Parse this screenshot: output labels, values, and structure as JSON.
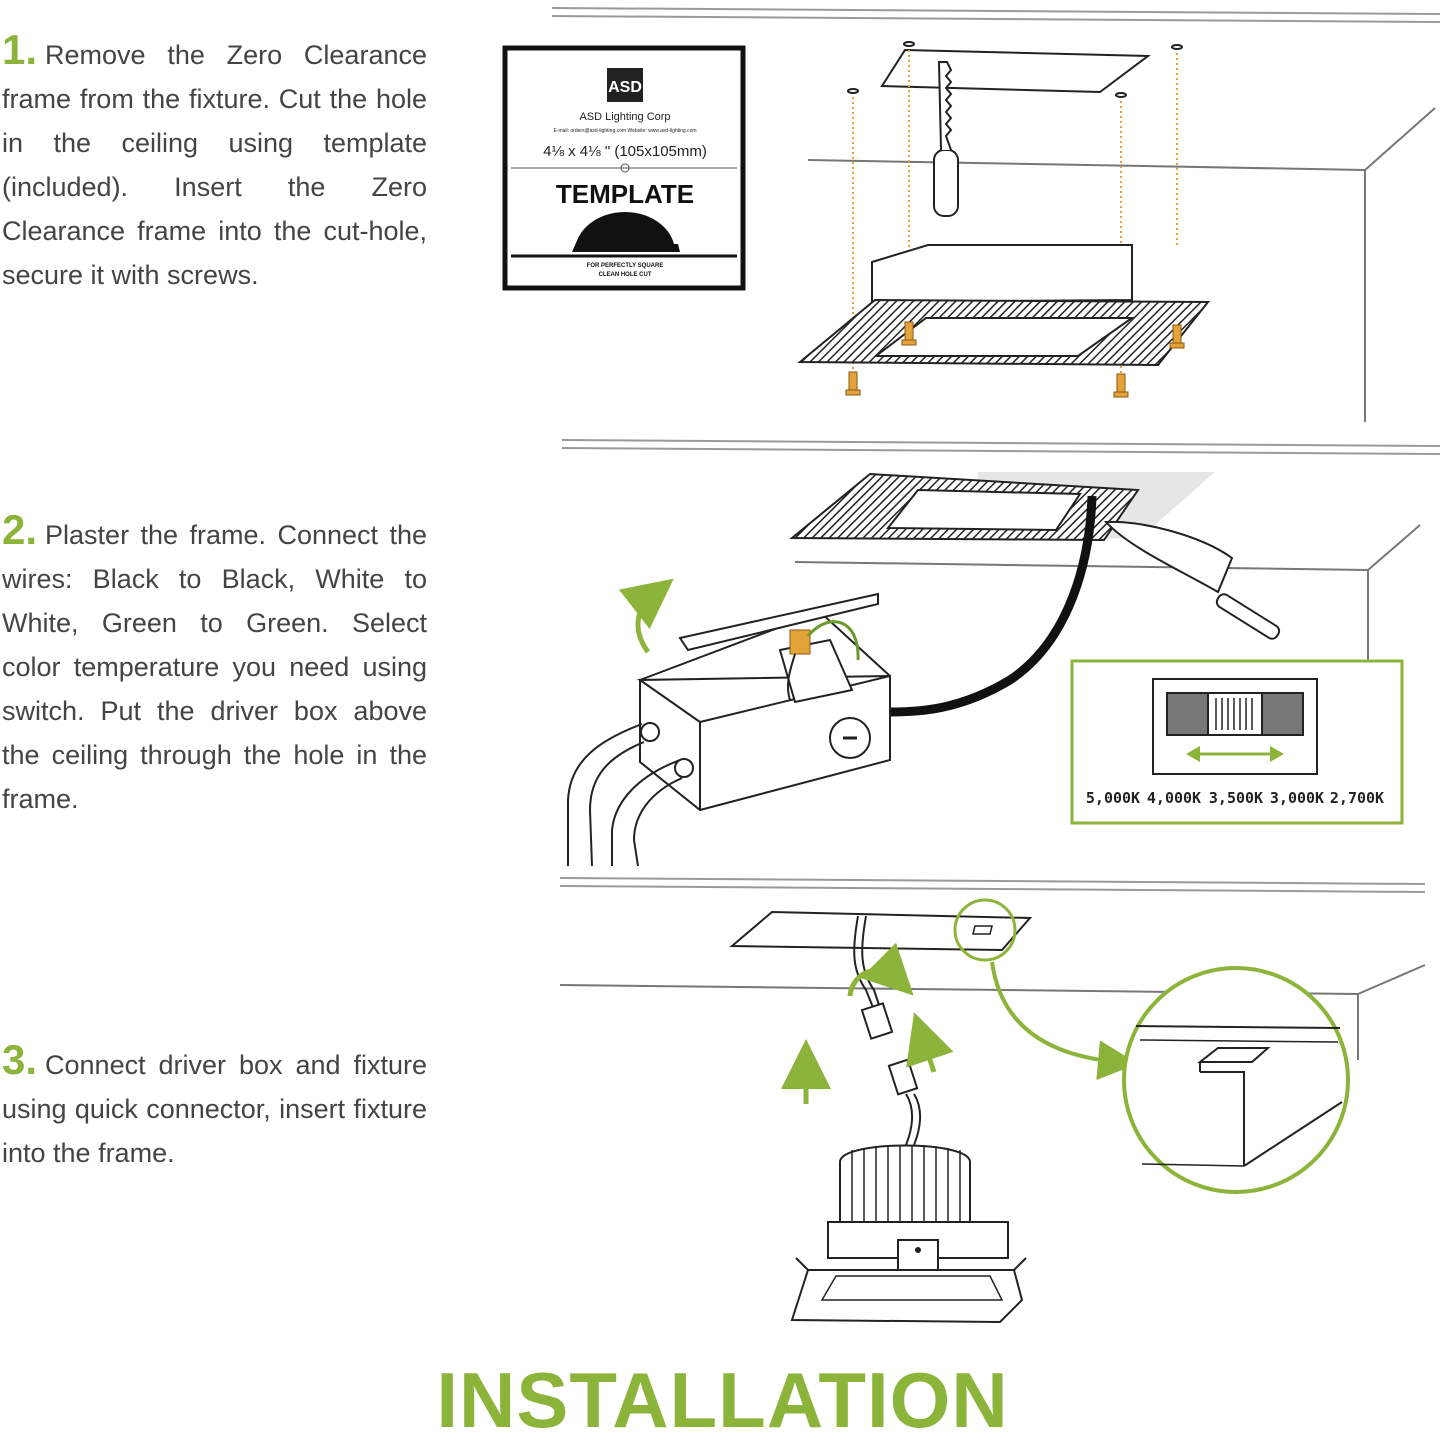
{
  "steps": [
    {
      "number": "1.",
      "text": "Remove the Zero Clearance frame from the fixture. Cut the hole in the ceiling using template (included). Insert the Zero Clearance frame into the cut-hole, secure it with screws."
    },
    {
      "number": "2.",
      "text": "Plaster the frame. Connect the wires: Black to Black, White to White, Green to Green. Select color temperature you need using switch. Put the driver box above the ceiling through the hole in the frame."
    },
    {
      "number": "3.",
      "text": "Connect driver box and fixture using quick connector, insert fixture into the frame."
    }
  ],
  "template": {
    "logo": "ASD",
    "company": "ASD Lighting Corp",
    "contact": "E-mail: orders@asd-lighting.com  Website: www.asd-lighting.com",
    "size": "4⅛ x 4⅛ \" (105x105mm)",
    "title": "TEMPLATE",
    "caption_line1": "FOR PERFECTLY SQUARE",
    "caption_line2": "CLEAN HOLE CUT"
  },
  "switch": {
    "labels": [
      "5,000K",
      "4,000K",
      "3,500K",
      "3,000K",
      "2,700K"
    ]
  },
  "footer": {
    "title": "INSTALLATION"
  },
  "colors": {
    "accent": "#8cb43b",
    "screw": "#e3a23a",
    "line": "#333333"
  }
}
